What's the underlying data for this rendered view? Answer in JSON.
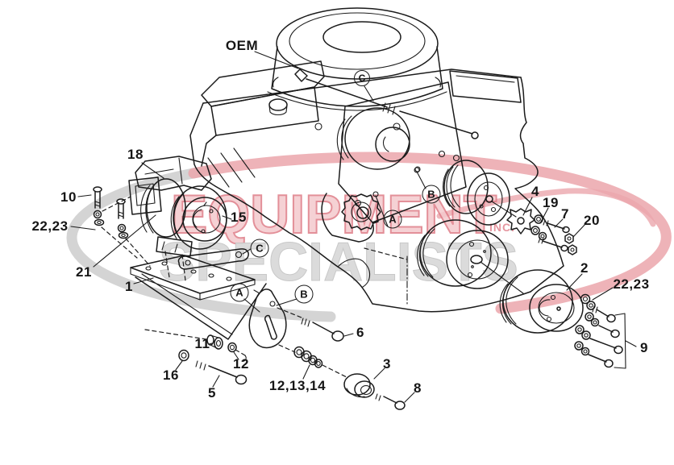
{
  "watermark": {
    "word1": "EQUIPMENT",
    "word2": "SPECIALISTS",
    "suffix": "INC.",
    "colors": {
      "pink": "#f4c9cd",
      "pink_edge": "#df7d88",
      "gray": "#dadada",
      "swoosh_gray": "#cdcdcd",
      "swoosh_red": "#eba6ac"
    }
  },
  "diagram": {
    "description": "Exploded parts diagram of engine with compressor mounting kit",
    "callouts": [
      {
        "text": "OEM"
      },
      {
        "text": "18"
      },
      {
        "text": "10"
      },
      {
        "text": "22,23"
      },
      {
        "text": "21"
      },
      {
        "text": "1"
      },
      {
        "text": "15"
      },
      {
        "text": "11"
      },
      {
        "text": "12"
      },
      {
        "text": "16"
      },
      {
        "text": "5"
      },
      {
        "text": "12,13,14"
      },
      {
        "text": "6"
      },
      {
        "text": "3"
      },
      {
        "text": "8"
      },
      {
        "text": "4"
      },
      {
        "text": "19"
      },
      {
        "text": "7"
      },
      {
        "text": "20"
      },
      {
        "text": "2"
      },
      {
        "text": "22,23"
      },
      {
        "text": "9"
      }
    ],
    "balloons": [
      {
        "letter": "C"
      },
      {
        "letter": "B"
      },
      {
        "letter": "A"
      },
      {
        "letter": "C"
      },
      {
        "letter": "A"
      },
      {
        "letter": "B"
      }
    ]
  }
}
